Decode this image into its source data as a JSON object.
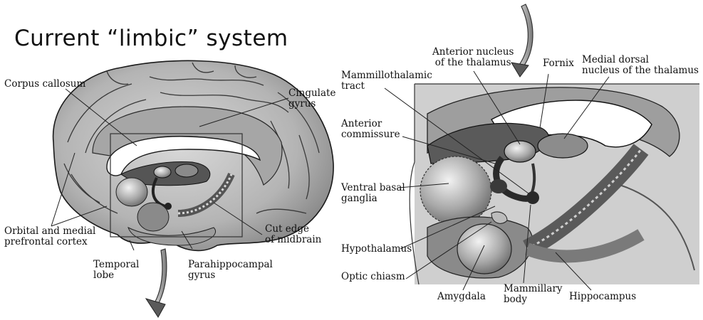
{
  "title": "Current “limbic” system",
  "left_panel": {
    "labels": {
      "corpus_callosum": "Corpus callosum",
      "cingulate_gyrus": "Cingulate\ngyrus",
      "orbital_prefrontal": "Orbital and medial\nprefrontal cortex",
      "cut_edge_midbrain": "Cut edge\nof midbrain",
      "temporal_lobe": "Temporal\nlobe",
      "parahippocampal_gyrus": "Parahippocampal\ngyrus"
    }
  },
  "right_panel": {
    "labels": {
      "anterior_nucleus": "Anterior nucleus\nof the thalamus",
      "fornix": "Fornix",
      "medial_dorsal_nucleus": "Medial dorsal\nnucleus of the thalamus",
      "mammillothalamic_tract": "Mammillothalamic\ntract",
      "anterior_commissure": "Anterior\ncommissure",
      "ventral_basal_ganglia": "Ventral basal\nganglia",
      "hypothalamus": "Hypothalamus",
      "optic_chiasm": "Optic chiasm",
      "amygdala": "Amygdala",
      "mammillary_body": "Mammillary\nbody",
      "hippocampus": "Hippocampus"
    }
  },
  "colors": {
    "outline": "#1a1a1a",
    "cortex_light": "#c9c9c9",
    "cortex_mid": "#9a9a9a",
    "structure_dark": "#4a4a4a",
    "background": "#ffffff"
  }
}
